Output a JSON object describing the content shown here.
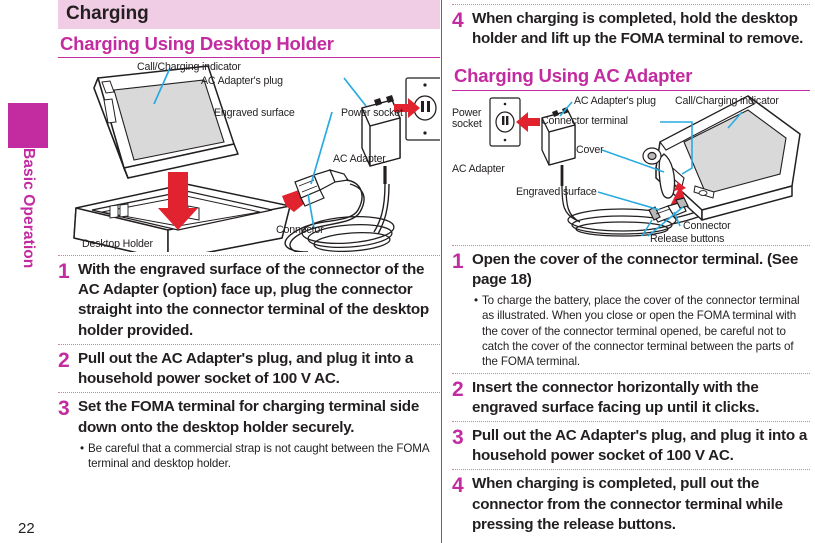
{
  "sidebar": {
    "chapter_label": "Basic Operation",
    "page_number": "22",
    "tab_color": "#c32ba0"
  },
  "colors": {
    "accent_magenta": "#c32ba0",
    "band_pink": "#f0cde4",
    "leader_cyan": "#29abe2",
    "arrow_red": "#e0232e",
    "text_black": "#231f20"
  },
  "left_column": {
    "heading_main": "Charging",
    "heading_sub": "Charging Using Desktop Holder",
    "figure": {
      "name": "desktop-holder-charging-diagram",
      "labels": [
        {
          "id": "call-charging-indicator",
          "text": "Call/Charging indicator"
        },
        {
          "id": "ac-adapter-plug",
          "text": "AC Adapter's plug"
        },
        {
          "id": "engraved-surface",
          "text": "Engraved surface"
        },
        {
          "id": "power-socket",
          "text": "Power socket"
        },
        {
          "id": "ac-adapter",
          "text": "AC Adapter"
        },
        {
          "id": "connector",
          "text": "Connector"
        },
        {
          "id": "desktop-holder",
          "text": "Desktop Holder"
        }
      ]
    },
    "steps": [
      {
        "number": "1",
        "text": "With the engraved surface of the connector of the AC Adapter (option) face up, plug the connector straight into the connector terminal of the desktop holder provided.",
        "notes": []
      },
      {
        "number": "2",
        "text": "Pull out the AC Adapter's plug, and plug it into a household power socket of 100 V AC.",
        "notes": []
      },
      {
        "number": "3",
        "text": "Set the FOMA terminal for charging terminal side down onto the desktop holder securely.",
        "notes": [
          "Be careful that a commercial strap is not caught between the FOMA terminal and desktop holder."
        ]
      }
    ]
  },
  "right_column": {
    "top_step": {
      "number": "4",
      "text": "When charging is completed, hold the desktop holder and lift up the FOMA terminal to remove."
    },
    "heading_sub": "Charging Using AC Adapter",
    "figure": {
      "name": "ac-adapter-charging-diagram",
      "labels": [
        {
          "id": "power-socket",
          "text": "Power\nsocket"
        },
        {
          "id": "ac-adapter-plug",
          "text": "AC Adapter's plug"
        },
        {
          "id": "connector-terminal",
          "text": "Connector terminal"
        },
        {
          "id": "call-charging-indicator",
          "text": "Call/Charging indicator"
        },
        {
          "id": "cover",
          "text": "Cover"
        },
        {
          "id": "ac-adapter",
          "text": "AC Adapter"
        },
        {
          "id": "engraved-surface",
          "text": "Engraved surface"
        },
        {
          "id": "connector",
          "text": "Connector"
        },
        {
          "id": "release-buttons",
          "text": "Release buttons"
        }
      ]
    },
    "steps": [
      {
        "number": "1",
        "text": "Open the cover of the connector terminal. (See page 18)",
        "notes": [
          "To charge the battery, place the cover of the connector terminal as illustrated. When you close or open the FOMA terminal with the cover of the connector terminal opened, be careful not to catch the cover of the connector terminal between the parts of the FOMA terminal."
        ]
      },
      {
        "number": "2",
        "text": "Insert the connector horizontally with the engraved surface facing up until it clicks.",
        "notes": []
      },
      {
        "number": "3",
        "text": "Pull out the AC Adapter's plug, and plug it into a household power socket of 100 V AC.",
        "notes": []
      },
      {
        "number": "4",
        "text": "When charging is completed, pull out the connector from the connector terminal while pressing the release buttons.",
        "notes": []
      }
    ]
  }
}
